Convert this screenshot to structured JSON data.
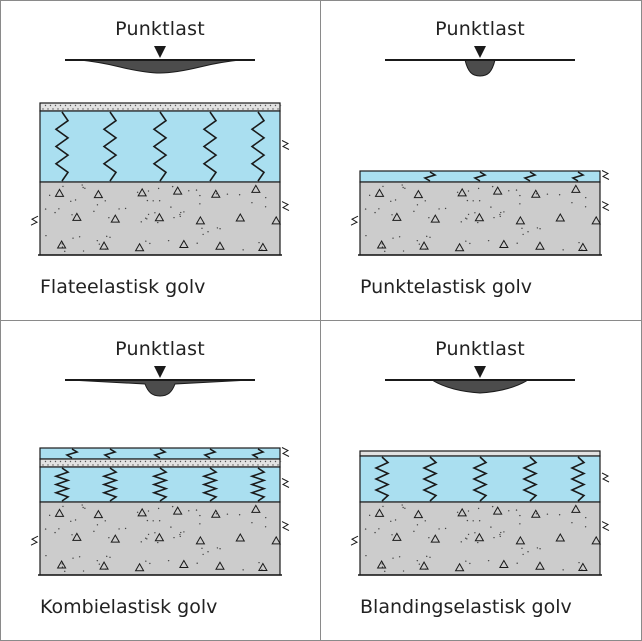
{
  "colors": {
    "elastic_layer": "#aadff0",
    "concrete": "#cccccc",
    "top_sheet": "#e2e2e2",
    "deflection": "#4c4c4c",
    "line": "#1a1a1a",
    "border": "#8a8a8a"
  },
  "panels": [
    {
      "load_label": "Punktlast",
      "floor_label": "Flateelastisk golv",
      "deflection_shape": "wide",
      "layers": [
        "dotted-top-sheet",
        "elastic-layer-thick",
        "concrete-slab"
      ]
    },
    {
      "load_label": "Punktlast",
      "floor_label": "Punktelastisk golv",
      "deflection_shape": "narrow",
      "layers": [
        "elastic-layer-thin",
        "concrete-slab"
      ]
    },
    {
      "load_label": "Punktlast",
      "floor_label": "Kombielastisk golv",
      "deflection_shape": "combined",
      "layers": [
        "elastic-layer-thin",
        "dotted-top-sheet",
        "elastic-layer-thick",
        "concrete-slab"
      ]
    },
    {
      "load_label": "Punktlast",
      "floor_label": "Blandingselastisk golv",
      "deflection_shape": "medium",
      "layers": [
        "thin-top-sheet",
        "elastic-layer-thick",
        "concrete-slab"
      ]
    }
  ]
}
